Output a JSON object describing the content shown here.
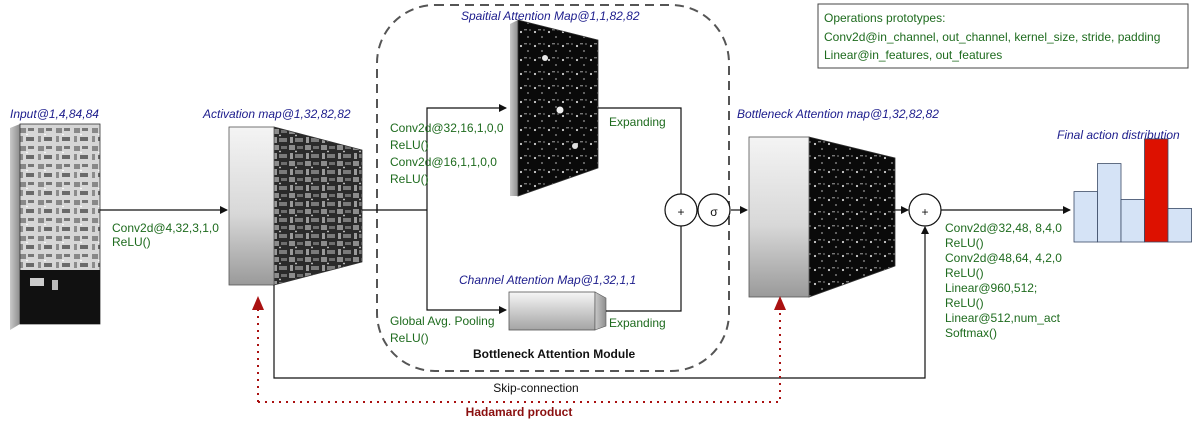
{
  "labels": {
    "input": "Input@1,4,84,84",
    "activation_map": "Activation map@1,32,82,82",
    "spatial_map": "Spaitial Attention Map@1,1,82,82",
    "channel_map": "Channel Attention Map@1,32,1,1",
    "bottleneck_map": "Bottleneck Attention map@1,32,82,82",
    "final_action": "Final action distribution",
    "bam_module": "Bottleneck Attention Module",
    "skip_connection": "Skip-connection",
    "hadamard": "Hadamard product",
    "sigma": "σ",
    "plus": "+"
  },
  "ops_legend": {
    "title": "Operations prototypes:",
    "line1": "Conv2d@in_channel, out_channel, kernel_size, stride, padding",
    "line2": "Linear@in_features, out_features"
  },
  "ops": {
    "first_conv": [
      "Conv2d@4,32,3,1,0",
      "ReLU()"
    ],
    "spatial_branch": [
      "Conv2d@32,16,1,0,0",
      "ReLU()",
      "Conv2d@16,1,1,0,0",
      "ReLU()"
    ],
    "spatial_expand": "Expanding",
    "channel_branch": [
      "Global Avg. Pooling",
      "ReLU()"
    ],
    "channel_expand": "Expanding",
    "head": [
      "Conv2d@32,48, 8,4,0",
      "ReLU()",
      "Conv2d@48,64, 4,2,0",
      "ReLU()",
      "Linear@960,512;",
      "ReLU()",
      "Linear@512,num_act",
      "Softmax()"
    ]
  },
  "distribution": {
    "values": [
      0.45,
      0.7,
      0.38,
      0.92,
      0.3
    ],
    "highlight_index": 3,
    "bar_color": "#d5e3f6",
    "highlight_color": "#dd1100"
  },
  "colors": {
    "title_blue": "#1c1c8c",
    "op_green": "#1e6b1e",
    "hadamard_red": "#aa1111"
  }
}
